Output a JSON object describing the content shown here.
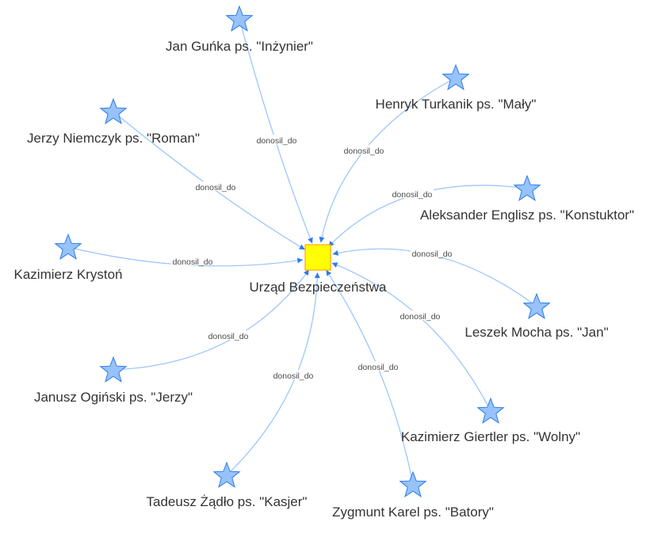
{
  "colors": {
    "edge": "#97c2fc",
    "arrow": "#2b7ce9",
    "star_fill": "#97c2fc",
    "star_stroke": "#2b7ce9",
    "center_fill": "#ffff00",
    "center_stroke": "#ffa500"
  },
  "center": {
    "id": "ub",
    "label": "Urząd Bezpieczeństwa",
    "shape": "square-icon"
  },
  "nodes": [
    {
      "id": "gunka",
      "label": "Jan Guńka ps. \"Inżynier\"",
      "shape": "star-icon"
    },
    {
      "id": "turkanik",
      "label": "Henryk Turkanik ps. \"Mały\"",
      "shape": "star-icon"
    },
    {
      "id": "niemczyk",
      "label": "Jerzy Niemczyk ps. \"Roman\"",
      "shape": "star-icon"
    },
    {
      "id": "englisz",
      "label": "Aleksander Englisz ps. \"Konstuktor\"",
      "shape": "star-icon"
    },
    {
      "id": "kryston",
      "label": "Kazimierz Krystoń",
      "shape": "star-icon"
    },
    {
      "id": "mocha",
      "label": "Leszek Mocha ps. \"Jan\"",
      "shape": "star-icon"
    },
    {
      "id": "oginski",
      "label": "Janusz Ogiński ps. \"Jerzy\"",
      "shape": "star-icon"
    },
    {
      "id": "giertler",
      "label": "Kazimierz Giertler ps. \"Wolny\"",
      "shape": "star-icon"
    },
    {
      "id": "zadlo",
      "label": "Tadeusz Żądło ps. \"Kasjer\"",
      "shape": "star-icon"
    },
    {
      "id": "karel",
      "label": "Zygmunt Karel ps. \"Batory\"",
      "shape": "star-icon"
    }
  ],
  "edges": [
    {
      "from": "gunka",
      "to": "ub",
      "label": "donosil_do"
    },
    {
      "from": "turkanik",
      "to": "ub",
      "label": "donosil_do"
    },
    {
      "from": "niemczyk",
      "to": "ub",
      "label": "donosil_do"
    },
    {
      "from": "englisz",
      "to": "ub",
      "label": "donosil_do"
    },
    {
      "from": "kryston",
      "to": "ub",
      "label": "donosil_do"
    },
    {
      "from": "mocha",
      "to": "ub",
      "label": "donosil_do"
    },
    {
      "from": "oginski",
      "to": "ub",
      "label": "donosil_do"
    },
    {
      "from": "giertler",
      "to": "ub",
      "label": "donosil_do"
    },
    {
      "from": "zadlo",
      "to": "ub",
      "label": "donosil_do"
    },
    {
      "from": "karel",
      "to": "ub",
      "label": "donosil_do"
    }
  ]
}
